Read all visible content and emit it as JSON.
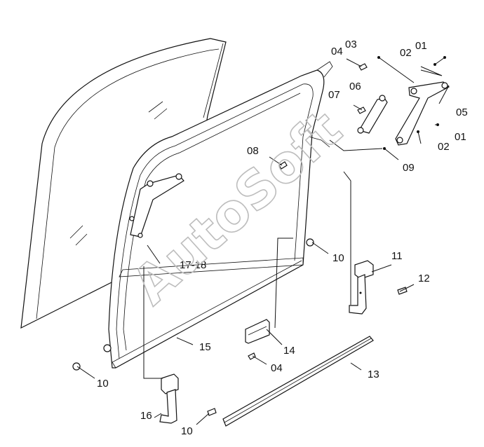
{
  "watermark": "AutoSoft",
  "callouts": {
    "c01a": "01",
    "c02a": "02",
    "c03": "03",
    "c04a": "04",
    "c05": "05",
    "c06": "06",
    "c07": "07",
    "c01b": "01",
    "c02b": "02",
    "c08": "08",
    "c09": "09",
    "c10a": "10",
    "c11": "11",
    "c12": "12",
    "c1718": "17-18",
    "c15": "15",
    "c14": "14",
    "c04b": "04",
    "c13": "13",
    "c10b": "10",
    "c16": "16",
    "c10c": "10"
  }
}
